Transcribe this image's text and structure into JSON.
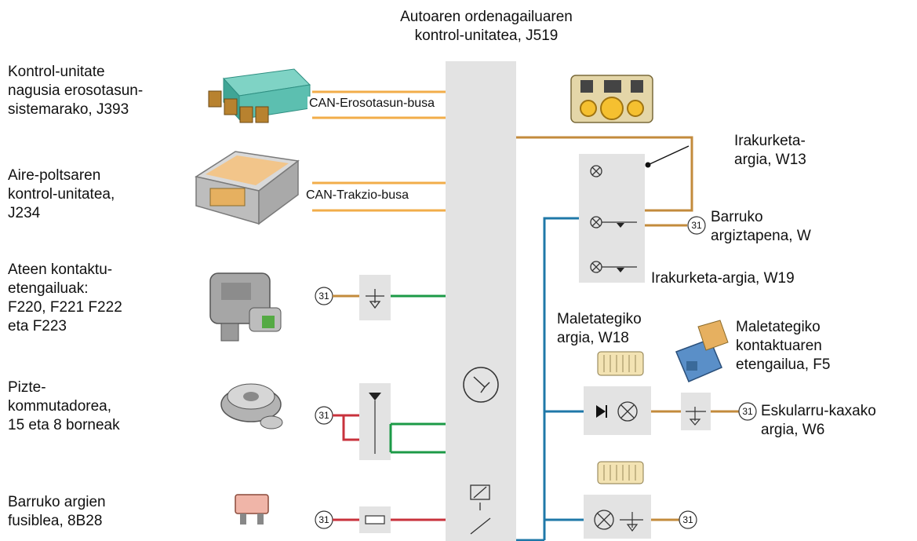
{
  "title": [
    "Autoaren ordenagailuaren",
    "kontrol-unitatea, J519"
  ],
  "buses": {
    "comfort": "CAN-Erosotasun-busa",
    "drive": "CAN-Trakzio-busa"
  },
  "left_labels": {
    "j393": [
      "Kontrol-unitate",
      "nagusia erosotasun-",
      "sistemarako, J393"
    ],
    "j234": [
      "Aire-poltsaren",
      "kontrol-unitatea,",
      "J234"
    ],
    "door_switches": [
      "Ateen kontaktu-",
      "etengailuak:",
      "F220, F221 F222",
      "eta F223"
    ],
    "ignition": [
      "Pizte-",
      "kommutadorea,",
      "15 eta 8 borneak"
    ],
    "fuse": [
      "Barruko argien",
      "fusiblea, 8B28"
    ]
  },
  "right_labels": {
    "w13": [
      "Irakurketa-",
      "argia, W13"
    ],
    "w": [
      "Barruko",
      "argiztapena, W"
    ],
    "w19": "Irakurketa-argia, W19",
    "w18": [
      "Maletategiko",
      "argia, W18"
    ],
    "f5": [
      "Maletategiko",
      "kontaktuaren",
      "etengailua, F5"
    ],
    "w6": [
      "Eskularru-kaxako",
      "argia, W6"
    ]
  },
  "ground_label": "31",
  "colors": {
    "can_orange": "#f2ad4a",
    "wire_brown": "#c38b3c",
    "wire_blue": "#1f78a8",
    "wire_green": "#1c9a47",
    "wire_red": "#c8323c",
    "unit_gray": "#e3e3e3"
  }
}
